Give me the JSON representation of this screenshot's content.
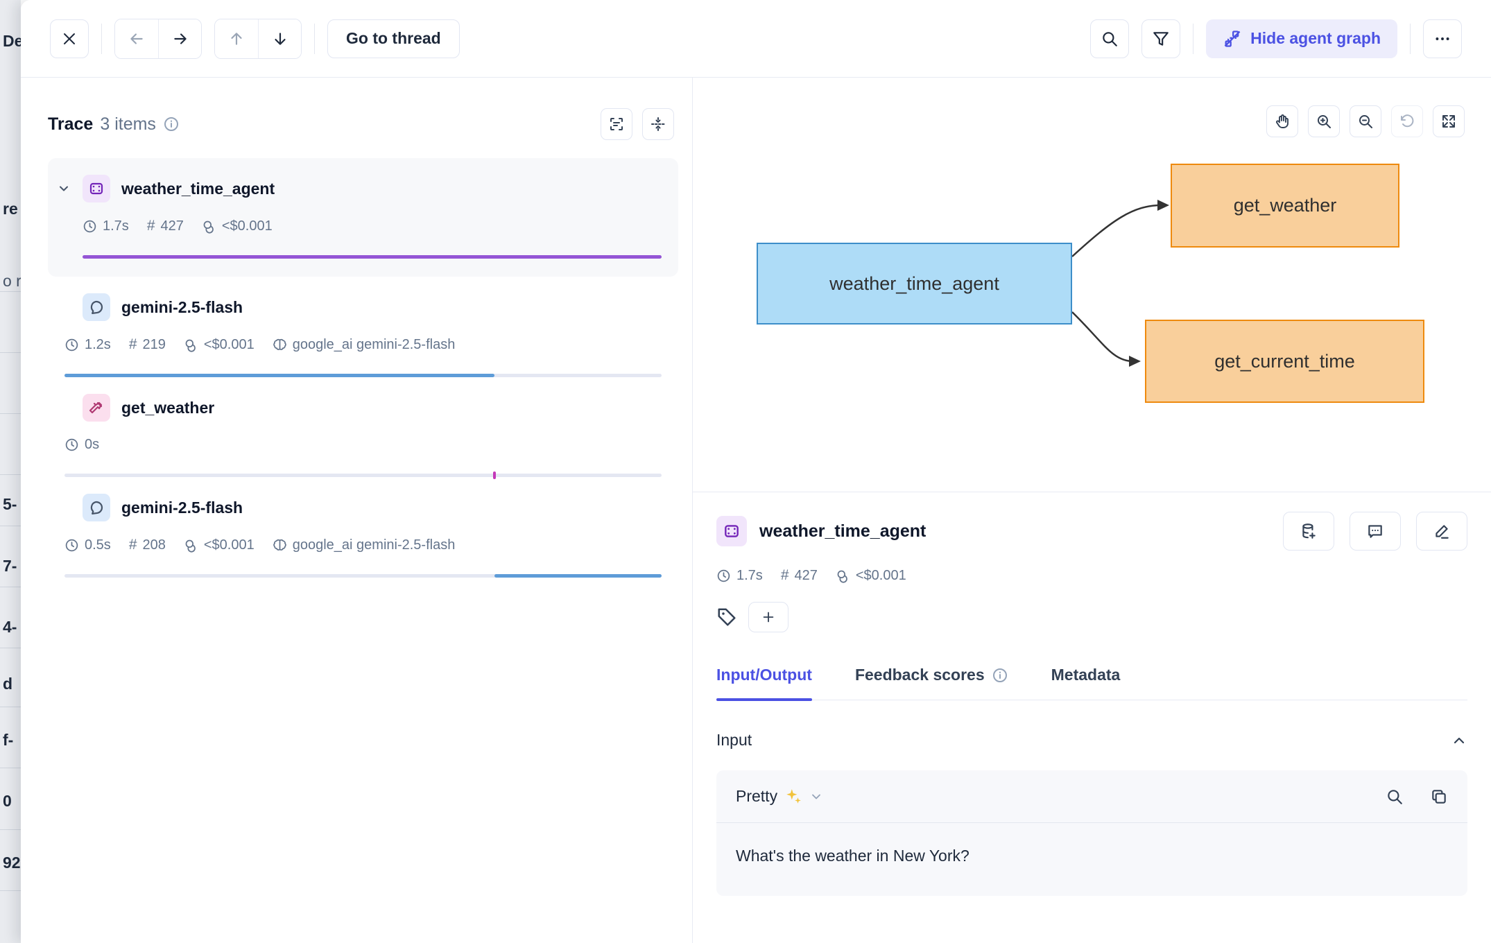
{
  "background_strip": {
    "fragments": [
      "De",
      "re",
      "o r",
      "5-",
      "7-",
      "4-",
      "d",
      "f-",
      "0",
      "92"
    ]
  },
  "toolbar": {
    "close": "close",
    "go_to_thread_label": "Go to thread",
    "hide_agent_graph_label": "Hide agent graph",
    "accent_color": "#4b51e3",
    "accent_bg": "#ededfc"
  },
  "tree": {
    "title": "Trace",
    "count": "3 items",
    "rows": [
      {
        "title": "weather_time_agent",
        "type": "agent",
        "stats": {
          "duration": "1.7s",
          "tokens": "427",
          "cost": "<$0.001"
        },
        "bar": {
          "track": false,
          "segments": [
            {
              "color": "#9455d5",
              "start": 0,
              "width": 100
            }
          ]
        }
      },
      {
        "title": "gemini-2.5-flash",
        "type": "llm",
        "stats": {
          "duration": "1.2s",
          "tokens": "219",
          "cost": "<$0.001",
          "provider": "google_ai gemini-2.5-flash"
        },
        "bar": {
          "track": true,
          "segments": [
            {
              "color": "#5e9cd8",
              "start": 0,
              "width": 72
            }
          ]
        }
      },
      {
        "title": "get_weather",
        "type": "tool",
        "stats": {
          "duration": "0s"
        },
        "bar": {
          "track": true,
          "segments": [],
          "tick": {
            "start": 71.8,
            "color": "#c438b8"
          }
        }
      },
      {
        "title": "gemini-2.5-flash",
        "type": "llm",
        "stats": {
          "duration": "0.5s",
          "tokens": "208",
          "cost": "<$0.001",
          "provider": "google_ai gemini-2.5-flash"
        },
        "bar": {
          "track": true,
          "segments": [
            {
              "color": "#5e9cd8",
              "start": 72,
              "width": 28
            }
          ]
        }
      }
    ]
  },
  "agent_graph": {
    "nodes": [
      {
        "id": "agent",
        "label": "weather_time_agent",
        "fill": "#aedcf7",
        "border": "#3d8ec9"
      },
      {
        "id": "tool1",
        "label": "get_weather",
        "fill": "#f9cf9b",
        "border": "#ee8a0e"
      },
      {
        "id": "tool2",
        "label": "get_current_time",
        "fill": "#f9cf9b",
        "border": "#ee8a0e"
      }
    ],
    "edges": [
      {
        "from": "weather_time_agent",
        "to": "get_weather"
      },
      {
        "from": "weather_time_agent",
        "to": "get_current_time"
      }
    ]
  },
  "detail": {
    "title": "weather_time_agent",
    "stats": {
      "duration": "1.7s",
      "tokens": "427",
      "cost": "<$0.001"
    },
    "tabs": [
      {
        "label": "Input/Output",
        "active": true
      },
      {
        "label": "Feedback scores",
        "active": false
      },
      {
        "label": "Metadata",
        "active": false
      }
    ],
    "input_section": {
      "title": "Input",
      "view_mode": "Pretty",
      "content": "What's the weather in New York?"
    }
  }
}
